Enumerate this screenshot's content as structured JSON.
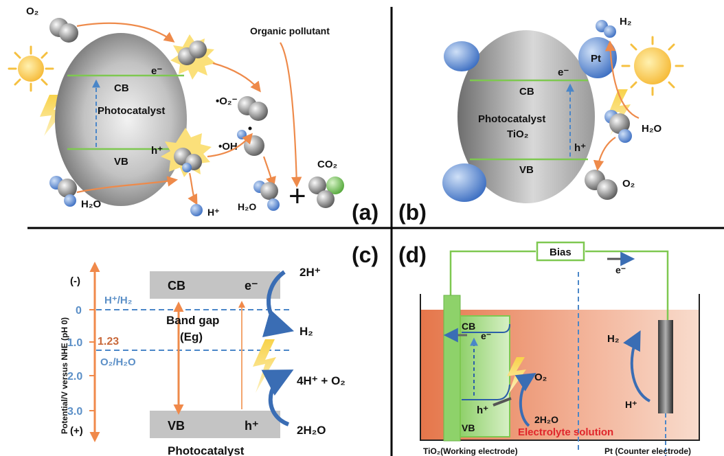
{
  "panels": {
    "a": {
      "label": "(a)",
      "o2": "O₂",
      "organic_pollutant": "Organic pollutant",
      "e_minus": "e⁻",
      "cb": "CB",
      "photocatalyst": "Photocatalyst",
      "o2_radical": "•O₂⁻",
      "h_plus": "h⁺",
      "oh_radical": "•OH",
      "vb": "VB",
      "co2": "CO₂",
      "h2o_left": "H₂O",
      "h_ion": "H⁺",
      "h2o_right": "H₂O",
      "plus": "+"
    },
    "b": {
      "label": "(b)",
      "h2": "H₂",
      "pt": "Pt",
      "e_minus": "e⁻",
      "cb": "CB",
      "photocatalyst": "Photocatalyst",
      "tio2": "TiO₂",
      "h2o": "H₂O",
      "h_plus": "h⁺",
      "vb": "VB",
      "o2": "O₂"
    },
    "c": {
      "label": "(c)",
      "axis_label": "Potential/V versus NHE (pH 0)",
      "minus": "(-)",
      "plus": "(+)",
      "ticks": [
        "0",
        "1.0",
        "2.0",
        "3.0"
      ],
      "h_h2": "H⁺/H₂",
      "value_123": "1.23",
      "o2_h2o": "O₂/H₂O",
      "cb": "CB",
      "e_minus": "e⁻",
      "band_gap": "Band gap",
      "eg": "(Eg)",
      "vb": "VB",
      "h_plus": "h⁺",
      "photocatalyst": "Photocatalyst",
      "two_h_plus": "2H⁺",
      "h2": "H₂",
      "four_h_o2": "4H⁺ + O₂",
      "two_h2o": "2H₂O"
    },
    "d": {
      "label": "(d)",
      "bias": "Bias",
      "e_minus_wire": "e⁻",
      "cb": "CB",
      "e_minus": "e⁻",
      "o2": "O₂",
      "h_plus": "h⁺",
      "vb": "VB",
      "two_h2o": "2H₂O",
      "electrolyte": "Electrolyte solution",
      "h2": "H₂",
      "h_ion": "H⁺",
      "working_electrode": "TiO₂(Working electrode)",
      "counter_electrode": "Pt (Counter electrode)"
    }
  },
  "colors": {
    "orange_arrow": "#ee8a4a",
    "blue_arrow": "#3a6db4",
    "band_green": "#7ec850",
    "electrolyte": "#e88860",
    "sun": "#f8c23a"
  }
}
